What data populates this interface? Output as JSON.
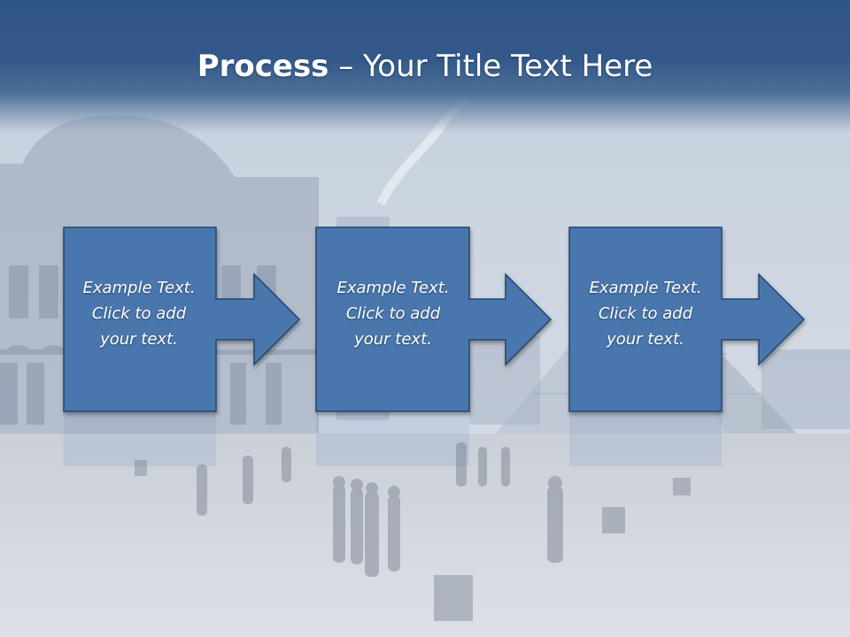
{
  "slide": {
    "title_bold": "Process",
    "title_rest": " – Your Title Text Here"
  },
  "steps": [
    {
      "line1": "Example Text.",
      "line2": "Click  to add",
      "line3": "your text."
    },
    {
      "line1": "Example Text.",
      "line2": "Click  to add",
      "line3": "your text."
    },
    {
      "line1": "Example Text.",
      "line2": "Click  to add",
      "line3": "your text."
    }
  ],
  "colors": {
    "header": "#2e5584",
    "box_fill": "#4a77ad",
    "box_border": "#24456e",
    "text": "#ffffff"
  }
}
